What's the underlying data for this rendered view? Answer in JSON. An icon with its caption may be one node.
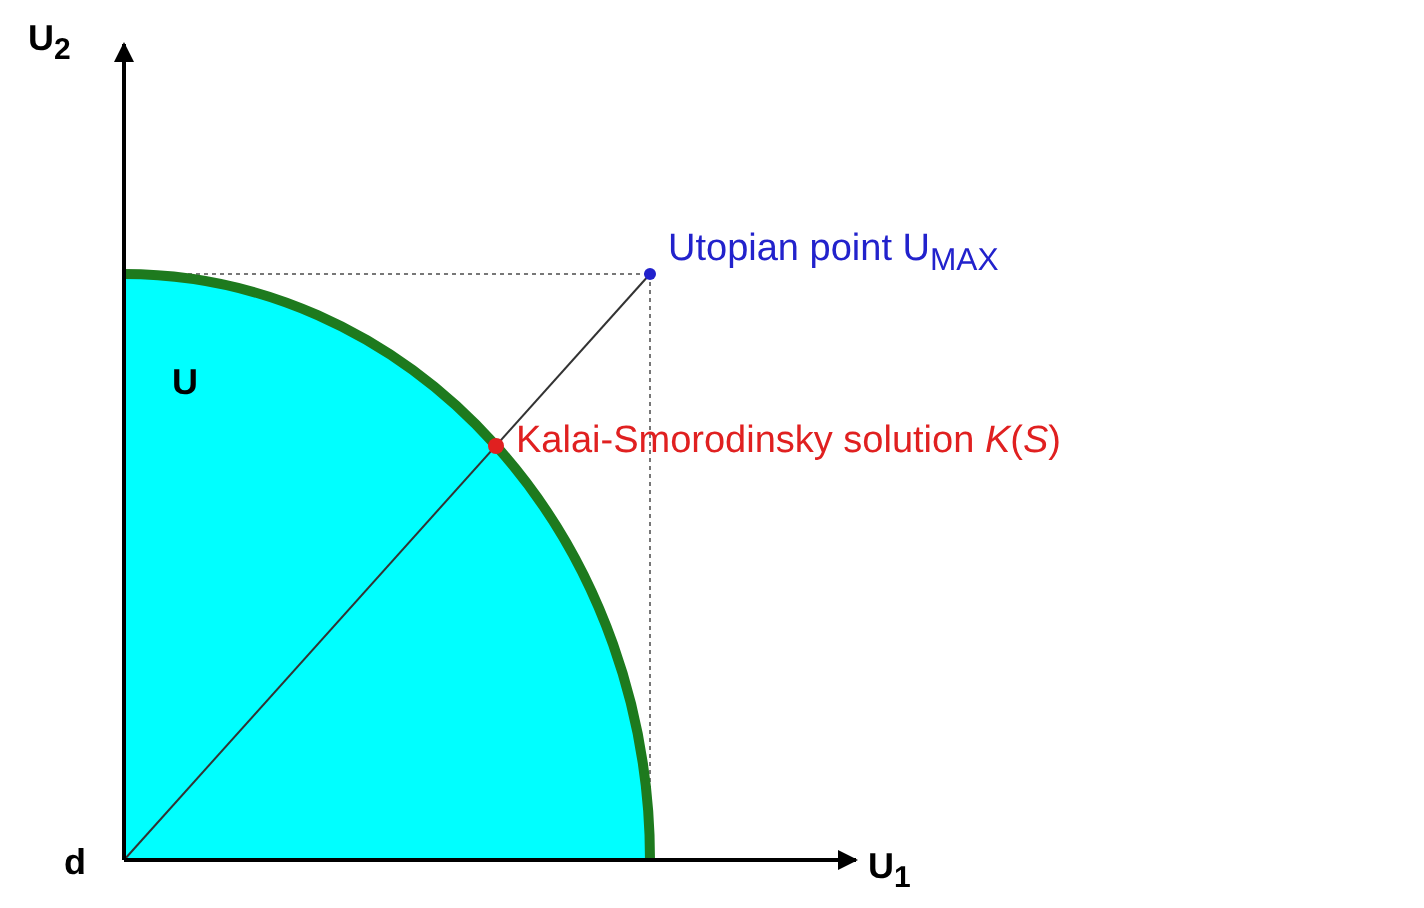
{
  "diagram": {
    "labels": [
      "U$_{2}$",
      "Utopian point U$_{MAX}$",
      "U",
      "Kalai-Smorodinsky solution *K*(*S*)",
      "d",
      "U$_{1}$"
    ]
  }
}
